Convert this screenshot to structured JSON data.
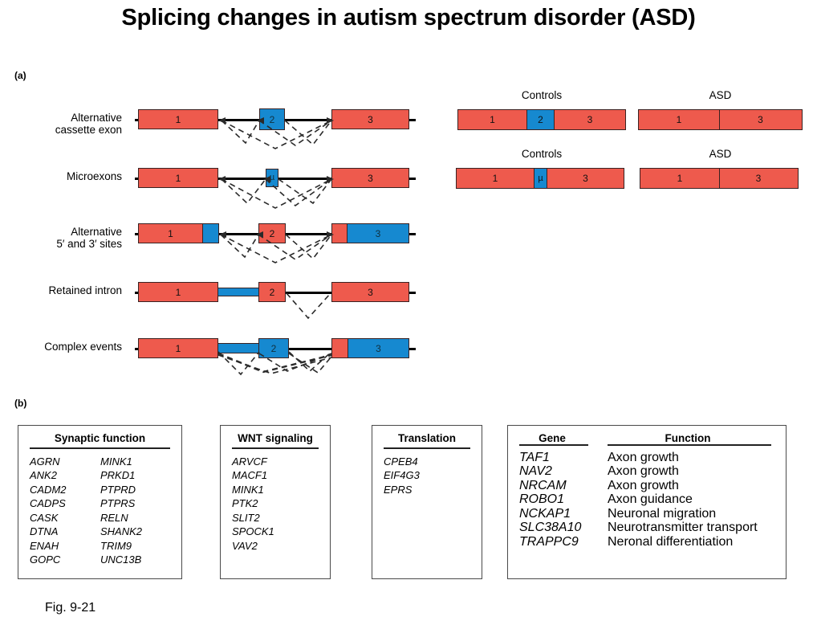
{
  "title": "Splicing changes in autism spectrum disorder (ASD)",
  "panel_a": {
    "tag": "(a)",
    "headers": {
      "controls": "Controls",
      "asd": "ASD"
    },
    "rows": [
      {
        "label_line1": "Alternative",
        "label_line2": "cassette exon",
        "exons": [
          {
            "text": "1",
            "color": "red"
          },
          {
            "text": "2",
            "color": "blue"
          },
          {
            "text": "3",
            "color": "red"
          }
        ],
        "transcripts": {
          "controls": [
            "1",
            "2",
            "3"
          ],
          "asd": [
            "1",
            "3"
          ]
        }
      },
      {
        "label_line1": "Microexons",
        "label_line2": "",
        "exons": [
          {
            "text": "1",
            "color": "red"
          },
          {
            "text": "µ",
            "color": "blue"
          },
          {
            "text": "3",
            "color": "red"
          }
        ],
        "transcripts": {
          "controls": [
            "1",
            "µ",
            "3"
          ],
          "asd": [
            "1",
            "3"
          ]
        }
      },
      {
        "label_line1": "Alternative",
        "label_line2": "5′ and 3′ sites",
        "exons": [
          {
            "text": "1",
            "color": "red"
          },
          {
            "text": "2",
            "color": "red"
          },
          {
            "text": "3",
            "color": "blue"
          }
        ],
        "transcripts": null
      },
      {
        "label_line1": "Retained intron",
        "label_line2": "",
        "exons": [
          {
            "text": "1",
            "color": "red"
          },
          {
            "text": "2",
            "color": "red"
          },
          {
            "text": "3",
            "color": "red"
          }
        ],
        "transcripts": null
      },
      {
        "label_line1": "Complex events",
        "label_line2": "",
        "exons": [
          {
            "text": "1",
            "color": "red"
          },
          {
            "text": "2",
            "color": "blue"
          },
          {
            "text": "3",
            "color": "blue"
          }
        ],
        "transcripts": null
      }
    ]
  },
  "panel_b": {
    "tag": "(b)",
    "boxes": [
      {
        "title": "Synaptic function",
        "columns": [
          [
            "AGRN",
            "ANK2",
            "CADM2",
            "CADPS",
            "CASK",
            "DTNA",
            "ENAH",
            "GOPC"
          ],
          [
            "MINK1",
            "PRKD1",
            "PTPRD",
            "PTPRS",
            "RELN",
            "SHANK2",
            "TRIM9",
            "UNC13B"
          ]
        ]
      },
      {
        "title": "WNT signaling",
        "columns": [
          [
            "ARVCF",
            "MACF1",
            "MINK1",
            "PTK2",
            "SLIT2",
            "SPOCK1",
            "VAV2"
          ]
        ]
      },
      {
        "title": "Translation",
        "columns": [
          [
            "CPEB4",
            "EIF4G3",
            "EPRS"
          ]
        ]
      }
    ],
    "gene_function_table": {
      "headers": [
        "Gene",
        "Function"
      ],
      "rows": [
        {
          "gene": "TAF1",
          "function": "Axon growth"
        },
        {
          "gene": "NAV2",
          "function": "Axon growth"
        },
        {
          "gene": "NRCAM",
          "function": "Axon growth"
        },
        {
          "gene": "ROBO1",
          "function": "Axon guidance"
        },
        {
          "gene": "NCKAP1",
          "function": "Neuronal migration"
        },
        {
          "gene": "SLC38A10",
          "function": "Neurotransmitter transport"
        },
        {
          "gene": "TRAPPC9",
          "function": "Neronal differentiation"
        }
      ]
    }
  },
  "caption": "Fig. 9-21",
  "colors": {
    "exon_red": "#ee5a4d",
    "exon_blue": "#1689d0",
    "outline": "#3a2222"
  }
}
